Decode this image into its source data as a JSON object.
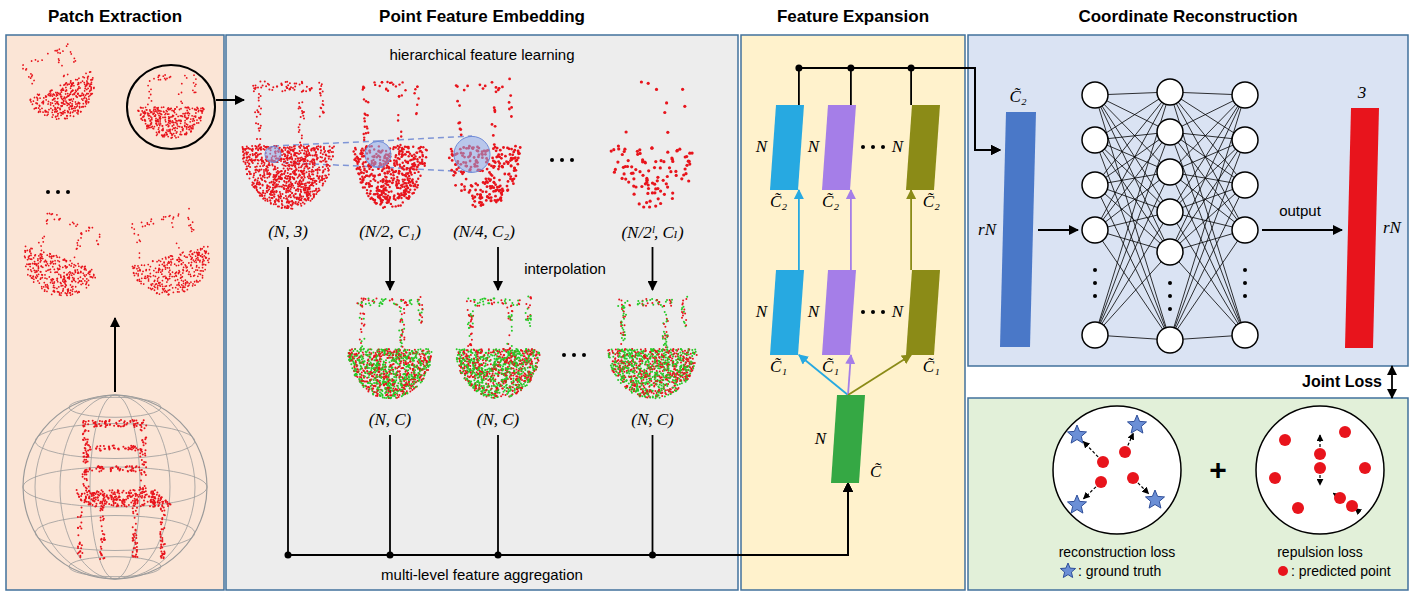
{
  "diagram": {
    "nodes": [
      {
        "text": [
          "Patch Extraction"
        ]
      },
      {
        "text": [
          "Point Feature Embedding"
        ]
      },
      {
        "text": [
          "Feature Expansion"
        ]
      },
      {
        "text": [
          "Coordinate Reconstruction"
        ]
      },
      {
        "text": [
          "+"
        ]
      },
      {
        "text": [
          "(N, 3)"
        ],
        "in": 1
      },
      {
        "text": [
          "(N/2, C₁)"
        ],
        "in": 1
      },
      {
        "text": [
          "(N/4, C₂)"
        ],
        "in": 1
      },
      {
        "text": [
          "(N/2ˡ, Cₗ)"
        ],
        "in": 1
      },
      {
        "text": [
          "(N, C)"
        ],
        "in": 1
      },
      {
        "text": [
          "(N, C)"
        ],
        "in": 1
      },
      {
        "text": [
          "(N, C)"
        ],
        "in": 1
      },
      {
        "text": [
          "N",
          "C̃"
        ],
        "in": 2
      },
      {
        "text": [
          "N",
          "C̃₁"
        ],
        "in": 2
      },
      {
        "text": [
          "N",
          "C̃₁"
        ],
        "in": 2
      },
      {
        "text": [
          "N",
          "C̃₁"
        ],
        "in": 2
      },
      {
        "text": [
          "N",
          "C̃₂"
        ],
        "in": 2
      },
      {
        "text": [
          "N",
          "C̃₂"
        ],
        "in": 2
      },
      {
        "text": [
          "N",
          "C̃₂"
        ],
        "in": 2
      },
      {
        "text": [
          "rN",
          "C̃₂"
        ],
        "in": 3
      },
      {
        "text": [
          "3",
          "rN"
        ],
        "in": 3
      },
      {
        "text": [
          "reconstruction loss",
          ": ground truth"
        ],
        "in": 4
      },
      {
        "text": [
          "repulsion loss",
          ": predicted point"
        ],
        "in": 4
      }
    ],
    "edges": [
      {
        "from": 6,
        "to": 9,
        "arrow": "to"
      },
      {
        "from": 7,
        "to": 10,
        "arrow": "to"
      },
      {
        "from": 8,
        "to": 11,
        "arrow": "to"
      },
      {
        "from": 5,
        "to": 12,
        "arrow": "to"
      },
      {
        "from": 9,
        "to": 12,
        "arrow": "to"
      },
      {
        "from": 10,
        "to": 12,
        "arrow": "to"
      },
      {
        "from": 11,
        "to": 12,
        "arrow": "to"
      },
      {
        "from": 12,
        "to": 13,
        "arrow": "to"
      },
      {
        "from": 12,
        "to": 14,
        "arrow": "to"
      },
      {
        "from": 12,
        "to": 15,
        "arrow": "to"
      },
      {
        "from": 13,
        "to": 16,
        "arrow": "to"
      },
      {
        "from": 14,
        "to": 17,
        "arrow": "to"
      },
      {
        "from": 15,
        "to": 18,
        "arrow": "to"
      },
      {
        "from": 16,
        "to": 19,
        "arrow": "to"
      },
      {
        "from": 17,
        "to": 19,
        "arrow": "to"
      },
      {
        "from": 18,
        "to": 19,
        "arrow": "to"
      },
      {
        "from": 3,
        "to": 4,
        "label": "Joint Loss",
        "arrow": "both"
      }
    ],
    "labels": [
      "hierarchical feature learning",
      "interpolation",
      "multi-level feature aggregation",
      "output"
    ]
  }
}
